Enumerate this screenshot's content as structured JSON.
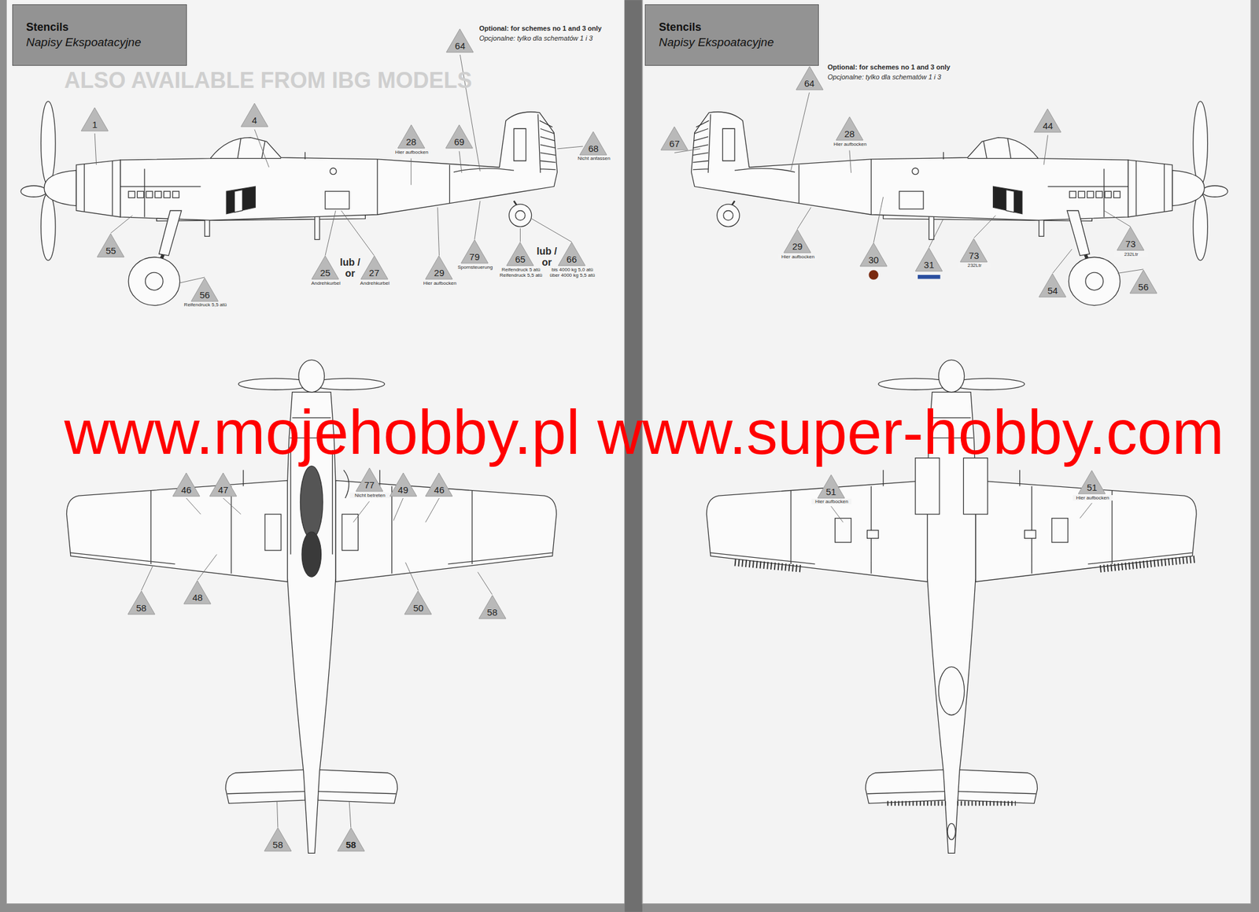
{
  "diagram": {
    "nodes": [
      {
        "text": [
          "Stencils",
          "Napisy Ekspoatacyjne"
        ]
      },
      {
        "text": [
          "64"
        ]
      },
      {
        "text": [
          "1"
        ]
      },
      {
        "text": [
          "4"
        ]
      },
      {
        "text": [
          "28"
        ]
      },
      {
        "text": [
          "69"
        ]
      },
      {
        "text": [
          "68"
        ]
      },
      {
        "text": [
          "55"
        ]
      },
      {
        "text": [
          "56"
        ]
      },
      {
        "text": [
          "25"
        ]
      },
      {
        "text": [
          "27"
        ]
      },
      {
        "text": [
          "29"
        ]
      },
      {
        "text": [
          "79"
        ]
      },
      {
        "text": [
          "65"
        ]
      },
      {
        "text": [
          "66"
        ]
      },
      {
        "text": [
          "46"
        ]
      },
      {
        "text": [
          "47"
        ]
      },
      {
        "text": [
          "77"
        ]
      },
      {
        "text": [
          "49"
        ]
      },
      {
        "text": [
          "46"
        ]
      },
      {
        "text": [
          "48"
        ]
      },
      {
        "text": [
          "58"
        ]
      },
      {
        "text": [
          "50"
        ]
      },
      {
        "text": [
          "58"
        ]
      },
      {
        "text": [
          "58"
        ]
      },
      {
        "text": [
          "58"
        ]
      },
      {
        "text": [
          "Stencils",
          "Napisy Ekspoatacyjne"
        ]
      },
      {
        "text": [
          "64"
        ]
      },
      {
        "text": [
          "67"
        ]
      },
      {
        "text": [
          "28"
        ]
      },
      {
        "text": [
          "44"
        ]
      },
      {
        "text": [
          "29"
        ]
      },
      {
        "text": [
          "30"
        ]
      },
      {
        "text": [
          "31"
        ]
      },
      {
        "text": [
          "73"
        ]
      },
      {
        "text": [
          "73"
        ]
      },
      {
        "text": [
          "54"
        ]
      },
      {
        "text": [
          "56"
        ]
      },
      {
        "text": [
          "51"
        ]
      },
      {
        "text": [
          "51"
        ]
      }
    ],
    "labels": [
      "Optional: for schemes no 1 and 3 only",
      "Opcjonalne: tylko dla schematów 1 i 3",
      "Hier aufbocken",
      "Nicht anfassen",
      "Reifendruck 5,5 atü",
      "Andrehkurbel",
      "lub / or",
      "Andrehkurbel",
      "Hier aufbocken",
      "Spornsteuerung",
      "Reifendruck 5 atü Reifendruck 5,5 atü",
      "lub / or",
      "bis 4000 kg 5,0 atü über 4000 kg 5,5 atü",
      "Nicht betreten",
      "Optional: for schemes no 1 and 3 only",
      "Opcjonalne: tylko dla schematów 1 i 3",
      "Hier aufbocken",
      "Hier aufbocken",
      "232Ltr",
      "232Ltr",
      "Hier aufbocken",
      "Hier aufbocken",
      "ALSO AVAILABLE FROM IBG MODELS",
      "www.mojehobby.pl www.super-hobby.com"
    ]
  }
}
